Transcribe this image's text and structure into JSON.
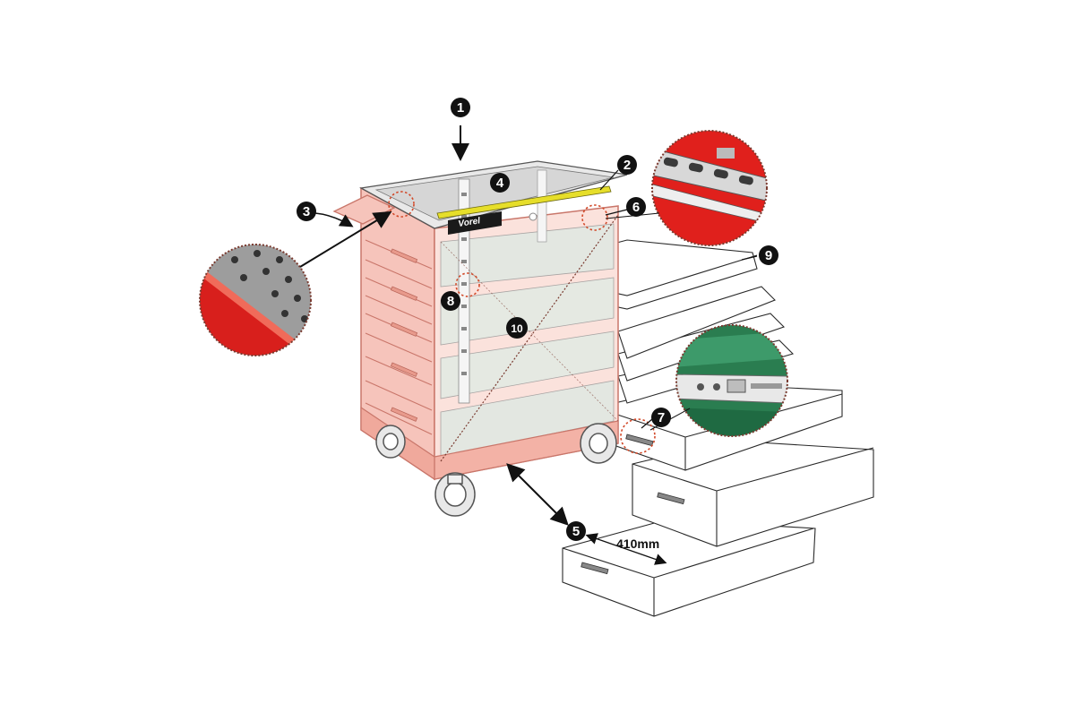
{
  "callouts": [
    "1",
    "2",
    "3",
    "4",
    "5",
    "6",
    "7",
    "8",
    "9",
    "10"
  ],
  "dimension": {
    "label": "410mm"
  },
  "logo": {
    "text": "Vorel"
  },
  "colors": {
    "cabinet_fill": "#f6c4bb",
    "cabinet_stroke": "#c9766a",
    "accent_red": "#e0201c",
    "rail_yellow": "#e6de2a",
    "callout_bg": "#111111",
    "zoom_green": "#2a7d50",
    "dotted_circle": "#d24a2a"
  }
}
